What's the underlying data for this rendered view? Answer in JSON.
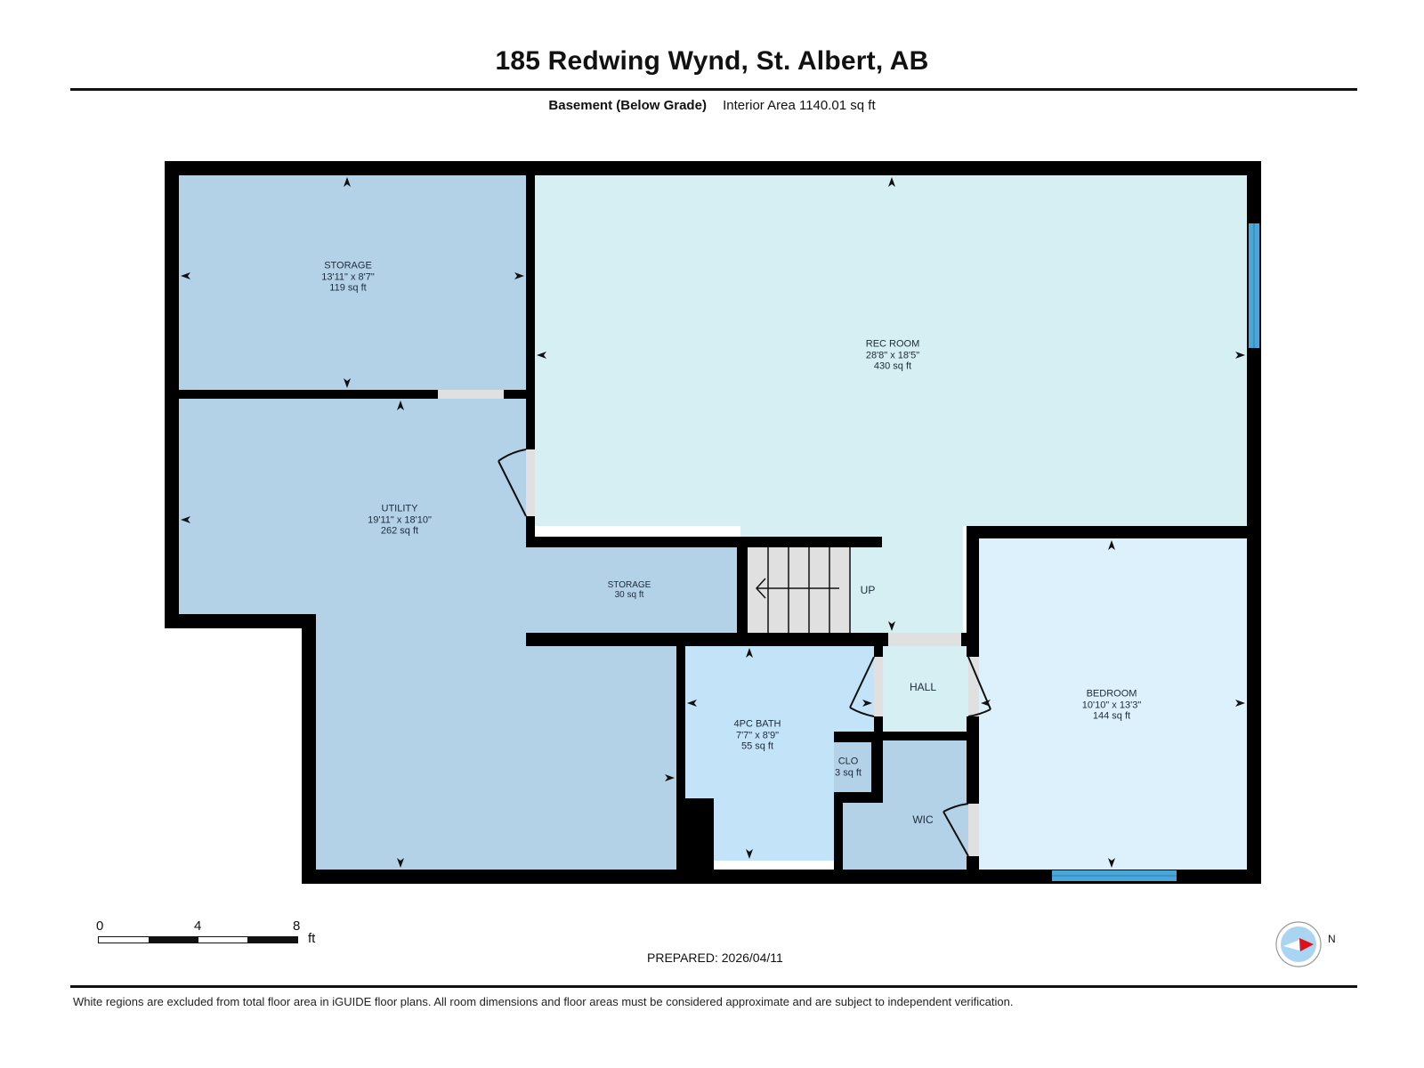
{
  "header": {
    "title": "185 Redwing Wynd, St. Albert, AB",
    "level": "Basement (Below Grade)",
    "interior_area": "Interior Area 1140.01 sq ft"
  },
  "rooms": {
    "storage_main": {
      "name": "STORAGE",
      "dims": "13'11\" x 8'7\"",
      "area": "119 sq ft"
    },
    "rec_room": {
      "name": "REC ROOM",
      "dims": "28'8\" x 18'5\"",
      "area": "430 sq ft"
    },
    "utility": {
      "name": "UTILITY",
      "dims": "19'11\" x 18'10\"",
      "area": "262 sq ft"
    },
    "storage_small": {
      "name": "STORAGE",
      "area": "30 sq ft"
    },
    "stairs": {
      "label": "UP"
    },
    "hall": {
      "name": "HALL"
    },
    "bath": {
      "name": "4PC BATH",
      "dims": "7'7\" x 8'9\"",
      "area": "55 sq ft"
    },
    "closet": {
      "name": "CLO",
      "area": "3 sq ft"
    },
    "wic": {
      "name": "WIC"
    },
    "bedroom": {
      "name": "BEDROOM",
      "dims": "10'10\" x 13'3\"",
      "area": "144 sq ft"
    }
  },
  "colors": {
    "storage_utility_fill": "#b3d2e8",
    "rec_hall_fill": "#d6eff2",
    "bath_fill": "#c2e3f8",
    "bedroom_fill": "#dcf1fb",
    "wall": "#000000",
    "door_opening": "#e0e0e0",
    "window": "#4aa6d6",
    "compass_fill": "#a9d4f2",
    "compass_needle": "#e0101a"
  },
  "scale": {
    "ticks": [
      "0",
      "4",
      "8"
    ],
    "unit": "ft"
  },
  "footer": {
    "prepared": "PREPARED: 2026/04/11",
    "disclaimer": "White regions are excluded from total floor area in iGUIDE floor plans. All room dimensions and floor areas must be considered approximate and are subject to independent verification.",
    "compass_label": "N"
  }
}
